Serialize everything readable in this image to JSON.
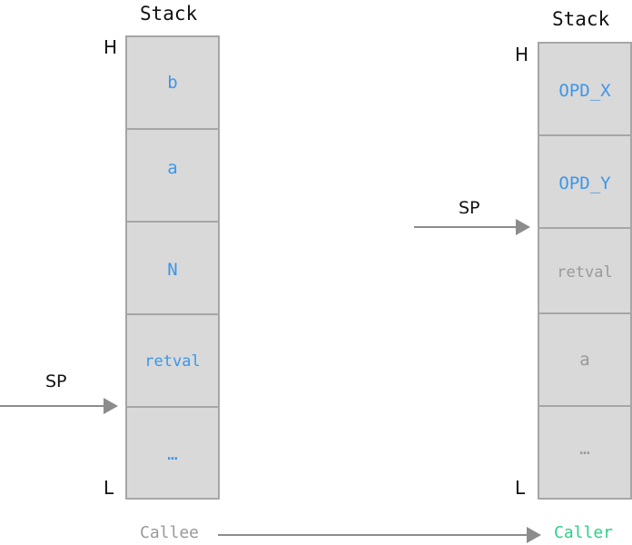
{
  "colors": {
    "blue": "#3d96e8",
    "gray": "#999999",
    "green": "#2ecf85",
    "cell_fill": "#d9d9d9",
    "cell_border": "#a6a6a6",
    "arrow": "#8c8c8c"
  },
  "left_stack": {
    "title": "Stack",
    "high_label": "H",
    "low_label": "L",
    "sp_label": "SP",
    "cells": [
      {
        "text": "b",
        "color": "blue"
      },
      {
        "text": "a",
        "color": "blue"
      },
      {
        "text": "N",
        "color": "blue"
      },
      {
        "text": "retval",
        "color": "blue"
      },
      {
        "text": "…",
        "color": "blue"
      }
    ]
  },
  "right_stack": {
    "title": "Stack",
    "high_label": "H",
    "low_label": "L",
    "sp_label": "SP",
    "cells": [
      {
        "text": "OPD_X",
        "color": "blue"
      },
      {
        "text": "OPD_Y",
        "color": "blue"
      },
      {
        "text": "retval",
        "color": "gray"
      },
      {
        "text": "a",
        "color": "gray"
      },
      {
        "text": "…",
        "color": "gray"
      }
    ]
  },
  "footer": {
    "from_label": "Callee",
    "to_label": "Caller",
    "from_color": "gray",
    "to_color": "green"
  }
}
